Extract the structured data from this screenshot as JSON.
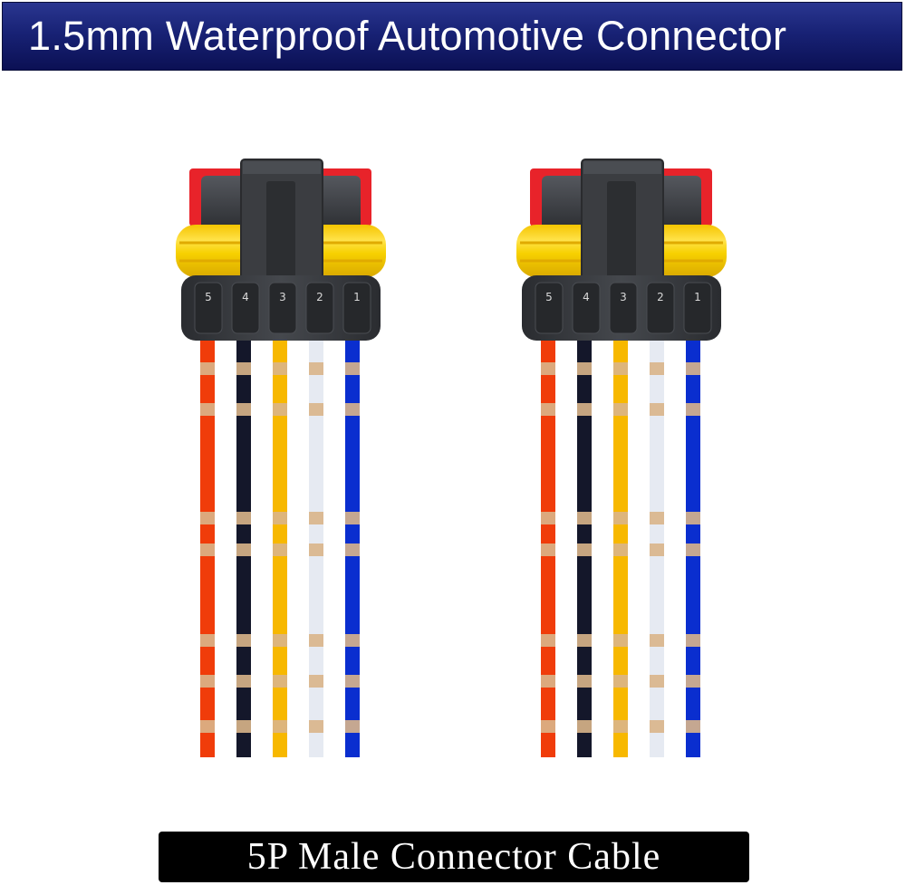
{
  "title": "1.5mm Waterproof Automotive Connector",
  "caption": "5P Male Connector Cable",
  "connectors": [
    {
      "pin_labels": [
        "5",
        "4",
        "3",
        "2",
        "1"
      ],
      "wire_colors": [
        "orange-red",
        "black",
        "yellow",
        "white",
        "blue"
      ]
    },
    {
      "pin_labels": [
        "5",
        "4",
        "3",
        "2",
        "1"
      ],
      "wire_colors": [
        "orange-red",
        "black",
        "yellow",
        "white",
        "blue"
      ]
    }
  ],
  "colors": {
    "banner": "#182275",
    "housing": "#3a3c40",
    "seal": "#f7d000",
    "cap": "#e8232a",
    "wire_orange": "#f03c0a",
    "wire_black": "#14172a",
    "wire_yellow": "#f7b800",
    "wire_white": "#e6eaf2",
    "wire_blue": "#0a2ecf",
    "print_marks": "#d9b58a"
  }
}
